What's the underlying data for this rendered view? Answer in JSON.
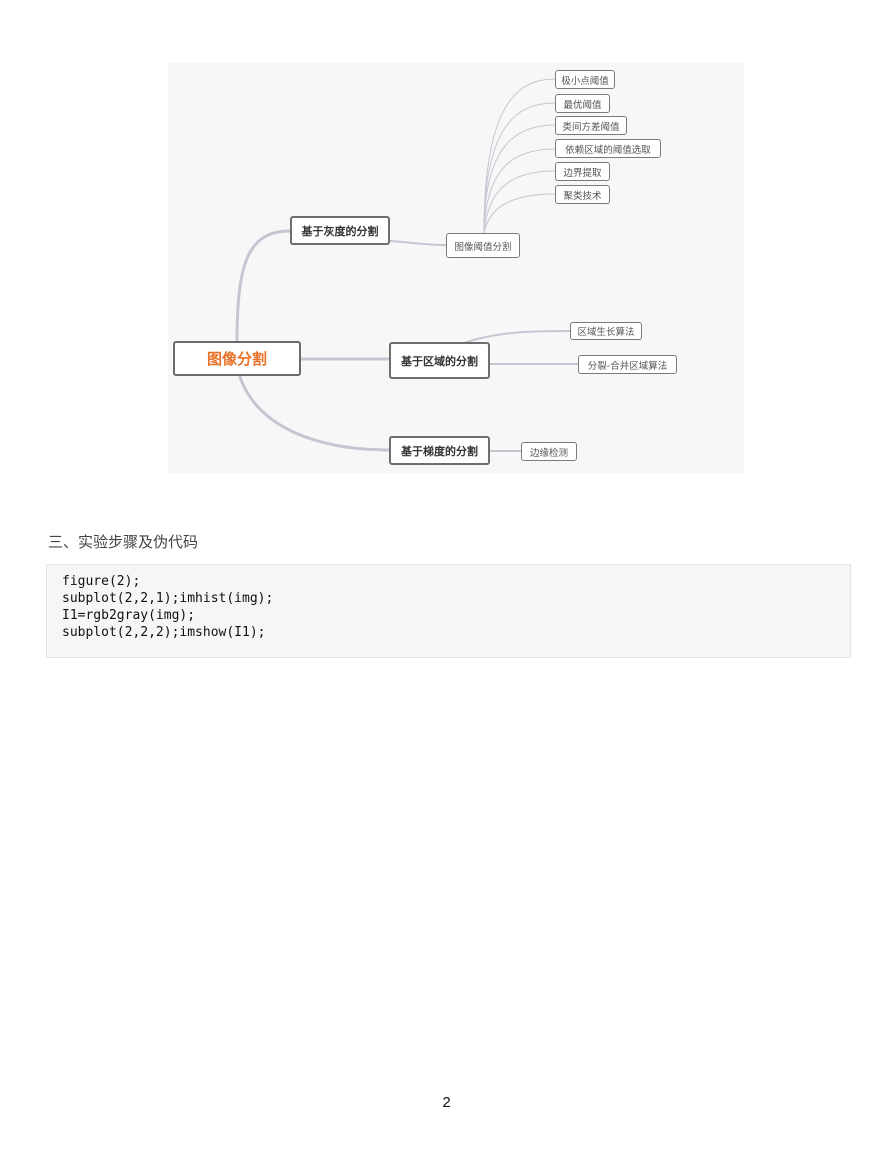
{
  "mindmap": {
    "root": "图像分割",
    "branches": [
      {
        "label": "基于灰度的分割",
        "child": "图像阈值分割",
        "leaves": [
          "极小点阈值",
          "最优阈值",
          "类间方差阈值",
          "依赖区域的阈值选取",
          "边界提取",
          "聚类技术"
        ]
      },
      {
        "label": "基于区域的分割",
        "leaves": [
          "区域生长算法",
          "分裂-合并区域算法"
        ]
      },
      {
        "label": "基于梯度的分割",
        "leaves": [
          "边缘检测"
        ]
      }
    ],
    "line_color": "#c8c4d2"
  },
  "section": {
    "title": "三、实验步骤及伪代码"
  },
  "code": {
    "lines": [
      "figure(2);",
      "subplot(2,2,1);imhist(img);",
      "I1=rgb2gray(img);",
      "subplot(2,2,2);imshow(I1);"
    ]
  },
  "page_number": "2"
}
